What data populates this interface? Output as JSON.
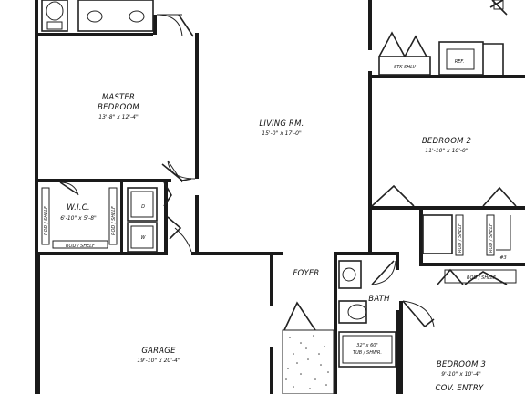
{
  "rooms": {
    "master_bedroom": {
      "name_line1": "MASTER",
      "name_line2": "BEDROOM",
      "dims": "13'-8\" x 12'-4\""
    },
    "living_room": {
      "name": "LIVING RM.",
      "dims": "15'-0\" x 17'-0\""
    },
    "bedroom_2": {
      "name": "BEDROOM 2",
      "dims": "11'-10\" x 10'-0\""
    },
    "bedroom_3": {
      "name": "BEDROOM 3",
      "dims": "9'-10\" x 10'-4\""
    },
    "wic": {
      "name": "W.I.C.",
      "dims": "6'-10\" x 5'-8\""
    },
    "garage": {
      "name": "GARAGE",
      "dims": "19'-10\" x 20'-4\""
    },
    "foyer": {
      "name": "FOYER"
    },
    "bath": {
      "name": "BATH"
    },
    "cov_entry": {
      "name": "COV. ENTRY"
    }
  },
  "fixtures": {
    "tub": {
      "line1": "32\" x 60\"",
      "line2": "TUB / SHWR."
    },
    "ref": "REF.",
    "stk_shlv": "STK SHLV",
    "dryer": "D",
    "washer": "W",
    "shelf_3": "#3"
  },
  "shelves": {
    "rod_shelf": "ROD / SHELF"
  },
  "colors": {
    "walls": "#1a1a1a",
    "background": "#ffffff"
  }
}
